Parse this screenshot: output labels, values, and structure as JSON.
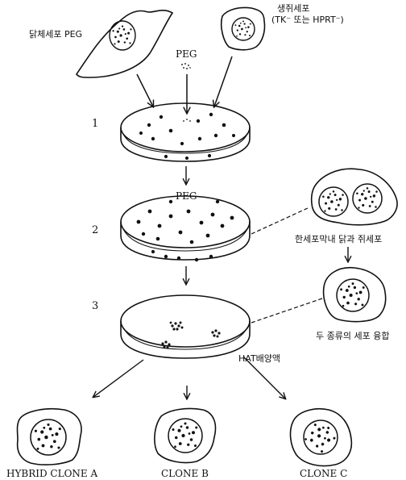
{
  "labels": {
    "chicken_cell": "닭체세포 PEG",
    "mouse_cell_line1": "생쥐세포",
    "mouse_cell_line2": "(TK⁻ 또는 HPRT⁻)",
    "peg_top": "PEG",
    "peg_mid": "PEG",
    "fused_in_membrane": "한세포막내 닭과 쥐세포",
    "two_cells_fused": "두 종류의 세포 융합",
    "hat_medium": "HAT배양액",
    "clone_a": "HYBRID CLONE A",
    "clone_b": "CLONE B",
    "clone_c": "CLONE C"
  },
  "steps": [
    "1",
    "2",
    "3"
  ]
}
